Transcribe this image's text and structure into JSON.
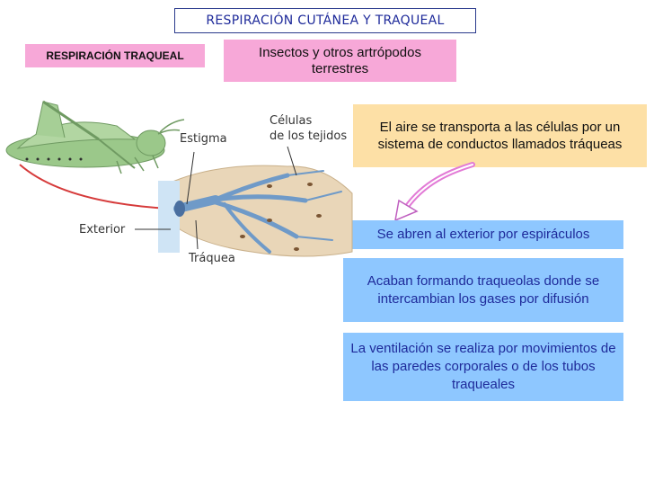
{
  "title": "RESPIRACIÓN CUTÁNEA Y TRAQUEAL",
  "section_label": "RESPIRACIÓN TRAQUEAL",
  "subtitle_box": "Insectos y otros artrópodos terrestres",
  "transport_box": "El aire se transporta a las células por un sistema de conductos llamados tráqueas",
  "points": [
    "Se abren al exterior por espiráculos",
    "Acaban formando traqueolas donde se intercambian los gases por difusión",
    "La ventilación se realiza por movimientos de las paredes corporales o de los tubos traqueales"
  ],
  "illustration": {
    "label_estigma": "Estigma",
    "label_celulas_1": "Células",
    "label_celulas_2": "de los tejidos",
    "label_exterior": "Exterior",
    "label_traquea": "Tráquea"
  },
  "colors": {
    "title_text": "#1e2a9a",
    "pink": "#f7a8d8",
    "yellow": "#fde0a6",
    "blue": "#8ec7ff",
    "arrow_red": "#d63b3b",
    "grasshopper": "#9bc88a",
    "tissue": "#e9d6b8",
    "trachea": "#6f9ac8"
  }
}
